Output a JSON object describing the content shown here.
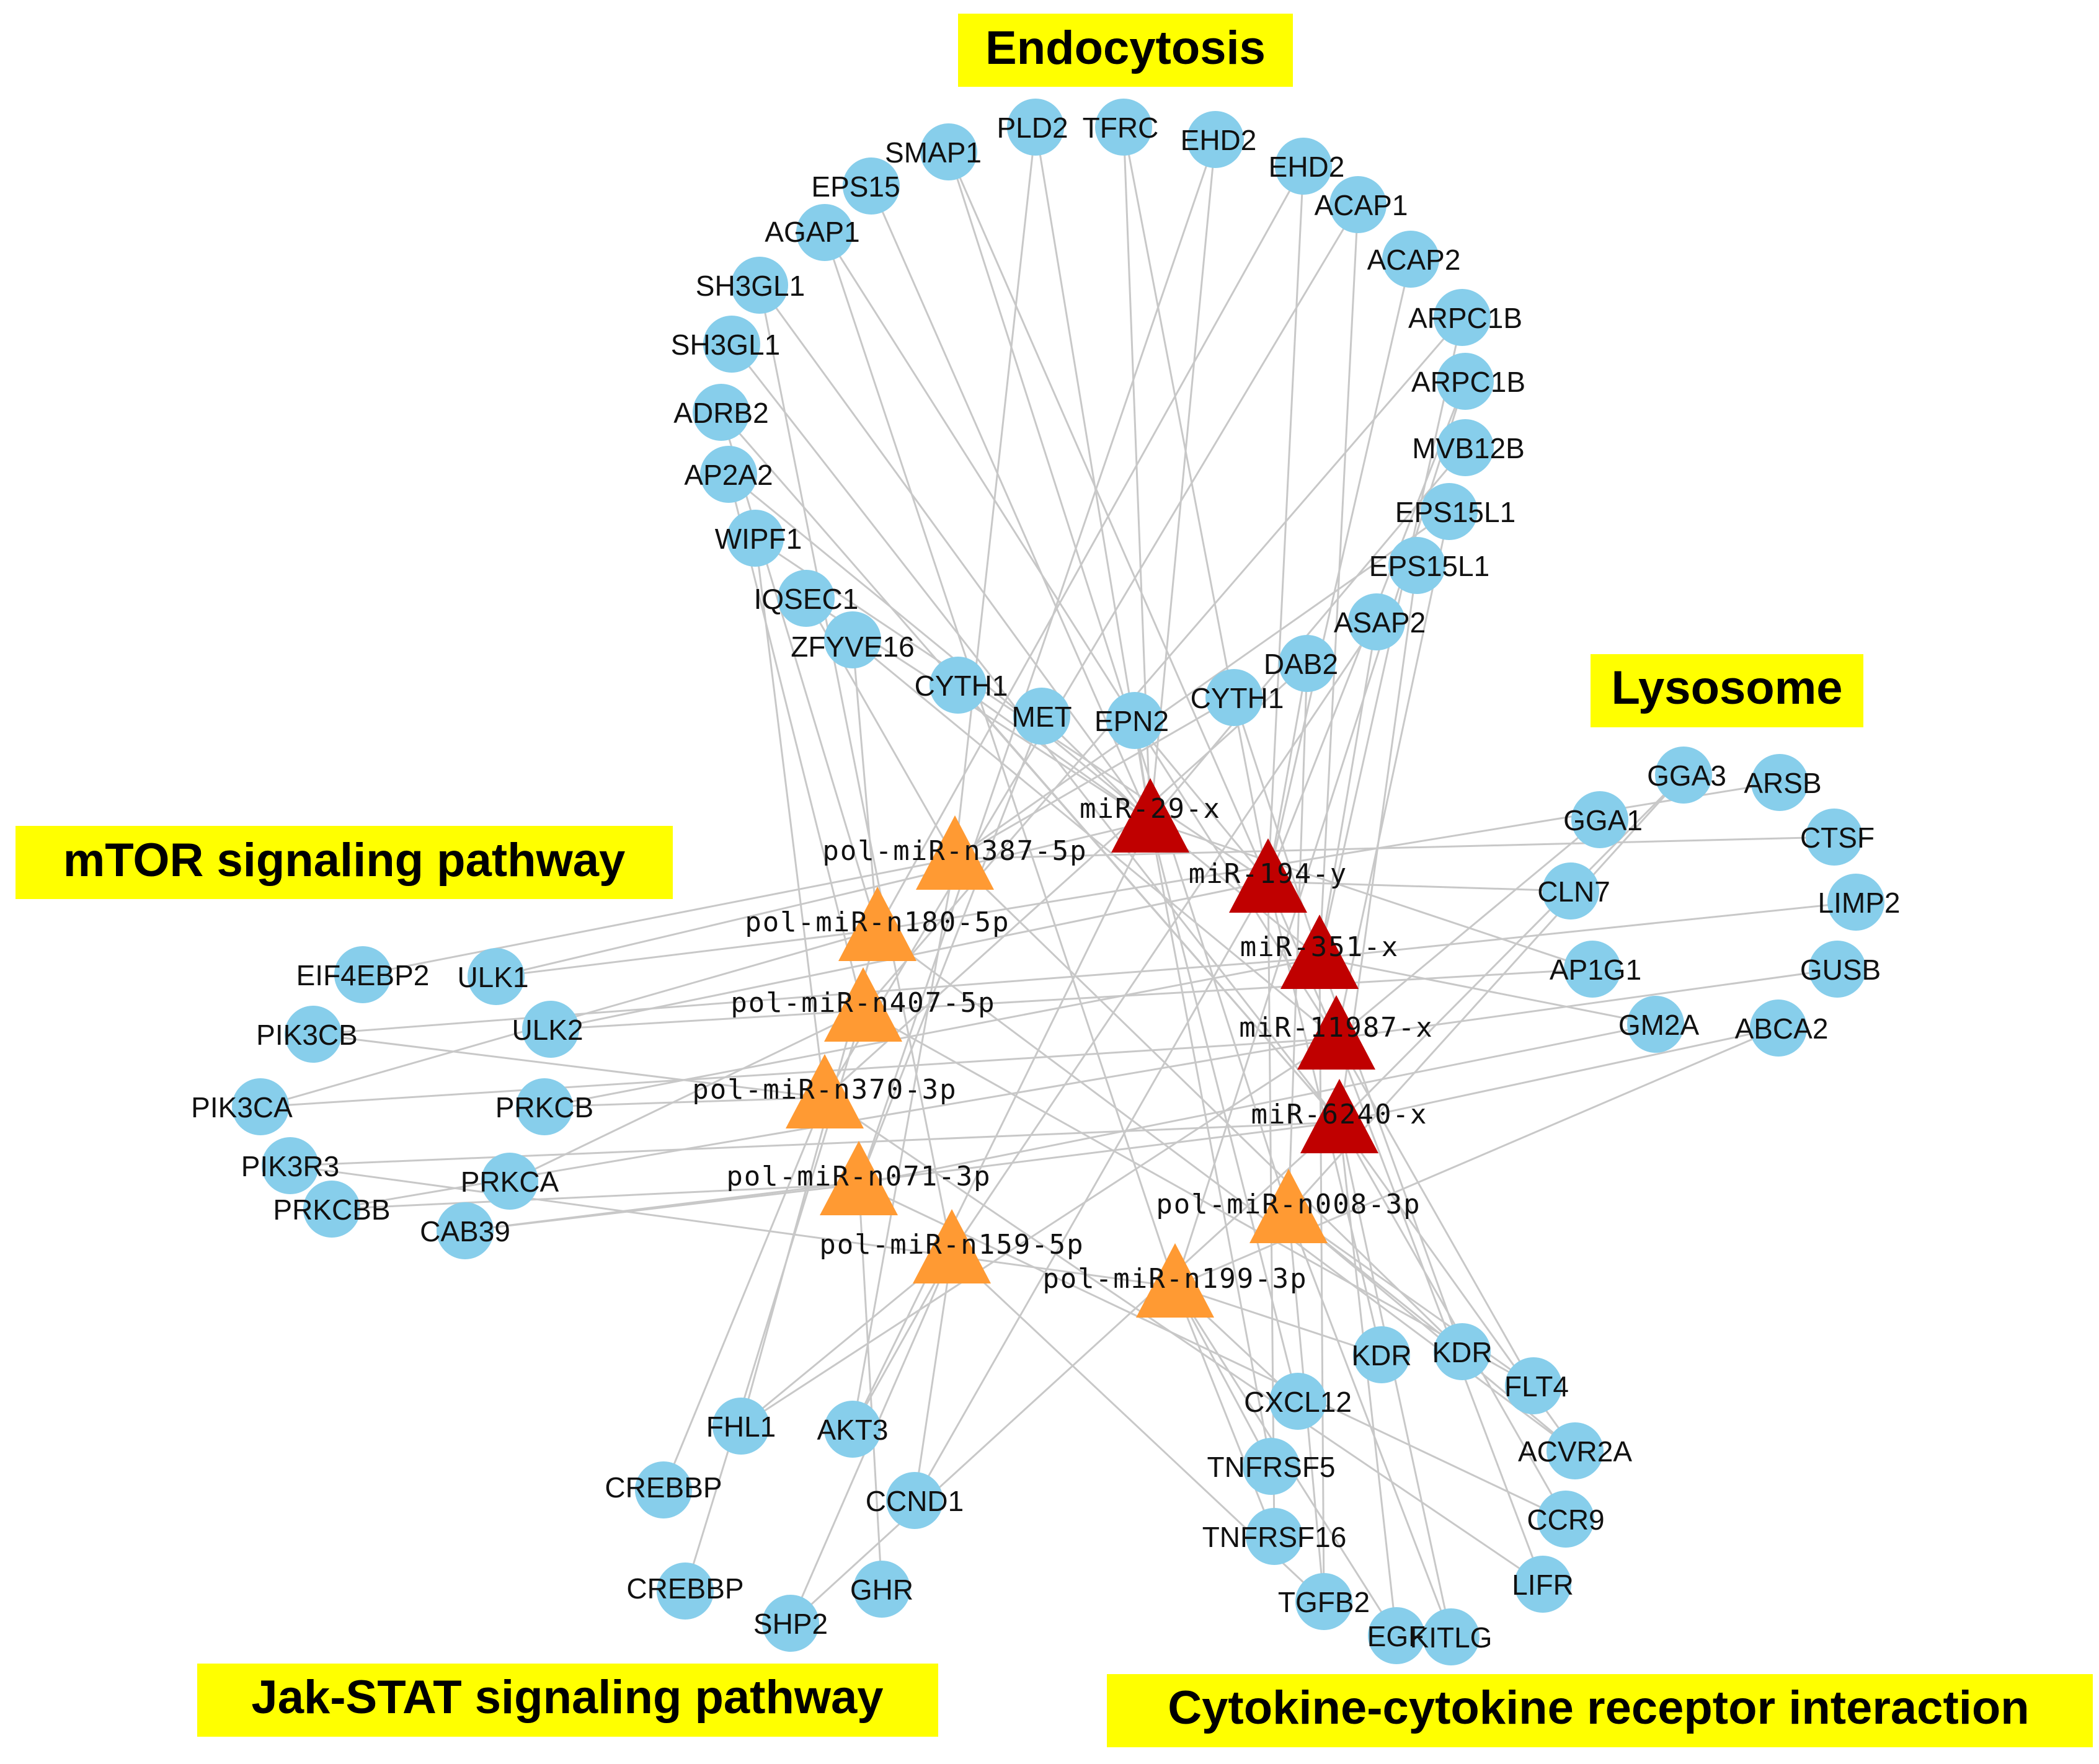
{
  "pathways": {
    "endocytosis": "Endocytosis",
    "lysosome": "Lysosome",
    "mtor": "mTOR signaling pathway",
    "jakstat": "Jak-STAT signaling pathway",
    "cytokine": "Cytokine-cytokine receptor interaction"
  },
  "colors": {
    "gene_node": "#87ceeb",
    "mirna_known": "#c00000",
    "mirna_novel": "#ff9a33",
    "edge": "#c8c8c8",
    "pathway_highlight": "#ffff00"
  },
  "genes": [
    "PLD2",
    "TFRC",
    "EHD2",
    "EHD2",
    "SMAP1",
    "EPS15",
    "ACAP1",
    "ACAP2",
    "AGAP1",
    "SH3GL1",
    "ARPC1B",
    "SH3GL1",
    "ARPC1B",
    "ADRB2",
    "MVB12B",
    "AP2A2",
    "EPS15L1",
    "WIPF1",
    "EPS15L1",
    "IQSEC1",
    "ASAP2",
    "ZFYVE16",
    "DAB2",
    "CYTH1",
    "CYTH1",
    "MET",
    "EPN2",
    "GGA3",
    "ARSB",
    "GGA1",
    "CTSF",
    "CLN7",
    "LIMP2",
    "AP1G1",
    "GUSB",
    "GM2A",
    "ABCA2",
    "EIF4EBP2",
    "ULK1",
    "ULK2",
    "PIK3CB",
    "PIK3CA",
    "PRKCB",
    "PIK3R3",
    "PRKCA",
    "PRKCBB",
    "CAB39",
    "FHL1",
    "AKT3",
    "CREBBP",
    "CCND1",
    "CREBBP",
    "GHR",
    "SHP2",
    "KDR",
    "KDR",
    "FLT4",
    "CXCL12",
    "ACVR2A",
    "TNFRSF5",
    "CCR9",
    "TNFRSF16",
    "LIFR",
    "TGFB2",
    "EGF",
    "KITLG"
  ],
  "mirnas": [
    {
      "label": "miR-29-x",
      "group": "known"
    },
    {
      "label": "miR-194-y",
      "group": "known"
    },
    {
      "label": "miR-351-x",
      "group": "known"
    },
    {
      "label": "miR-11987-x",
      "group": "known"
    },
    {
      "label": "miR-6240-x",
      "group": "known"
    },
    {
      "label": "pol-miR-n387-5p",
      "group": "novel"
    },
    {
      "label": "pol-miR-n180-5p",
      "group": "novel"
    },
    {
      "label": "pol-miR-n407-5p",
      "group": "novel"
    },
    {
      "label": "pol-miR-n370-3p",
      "group": "novel"
    },
    {
      "label": "pol-miR-n071-3p",
      "group": "novel"
    },
    {
      "label": "pol-miR-n159-5p",
      "group": "novel"
    },
    {
      "label": "pol-miR-n199-3p",
      "group": "novel"
    },
    {
      "label": "pol-miR-n008-3p",
      "group": "novel"
    }
  ]
}
